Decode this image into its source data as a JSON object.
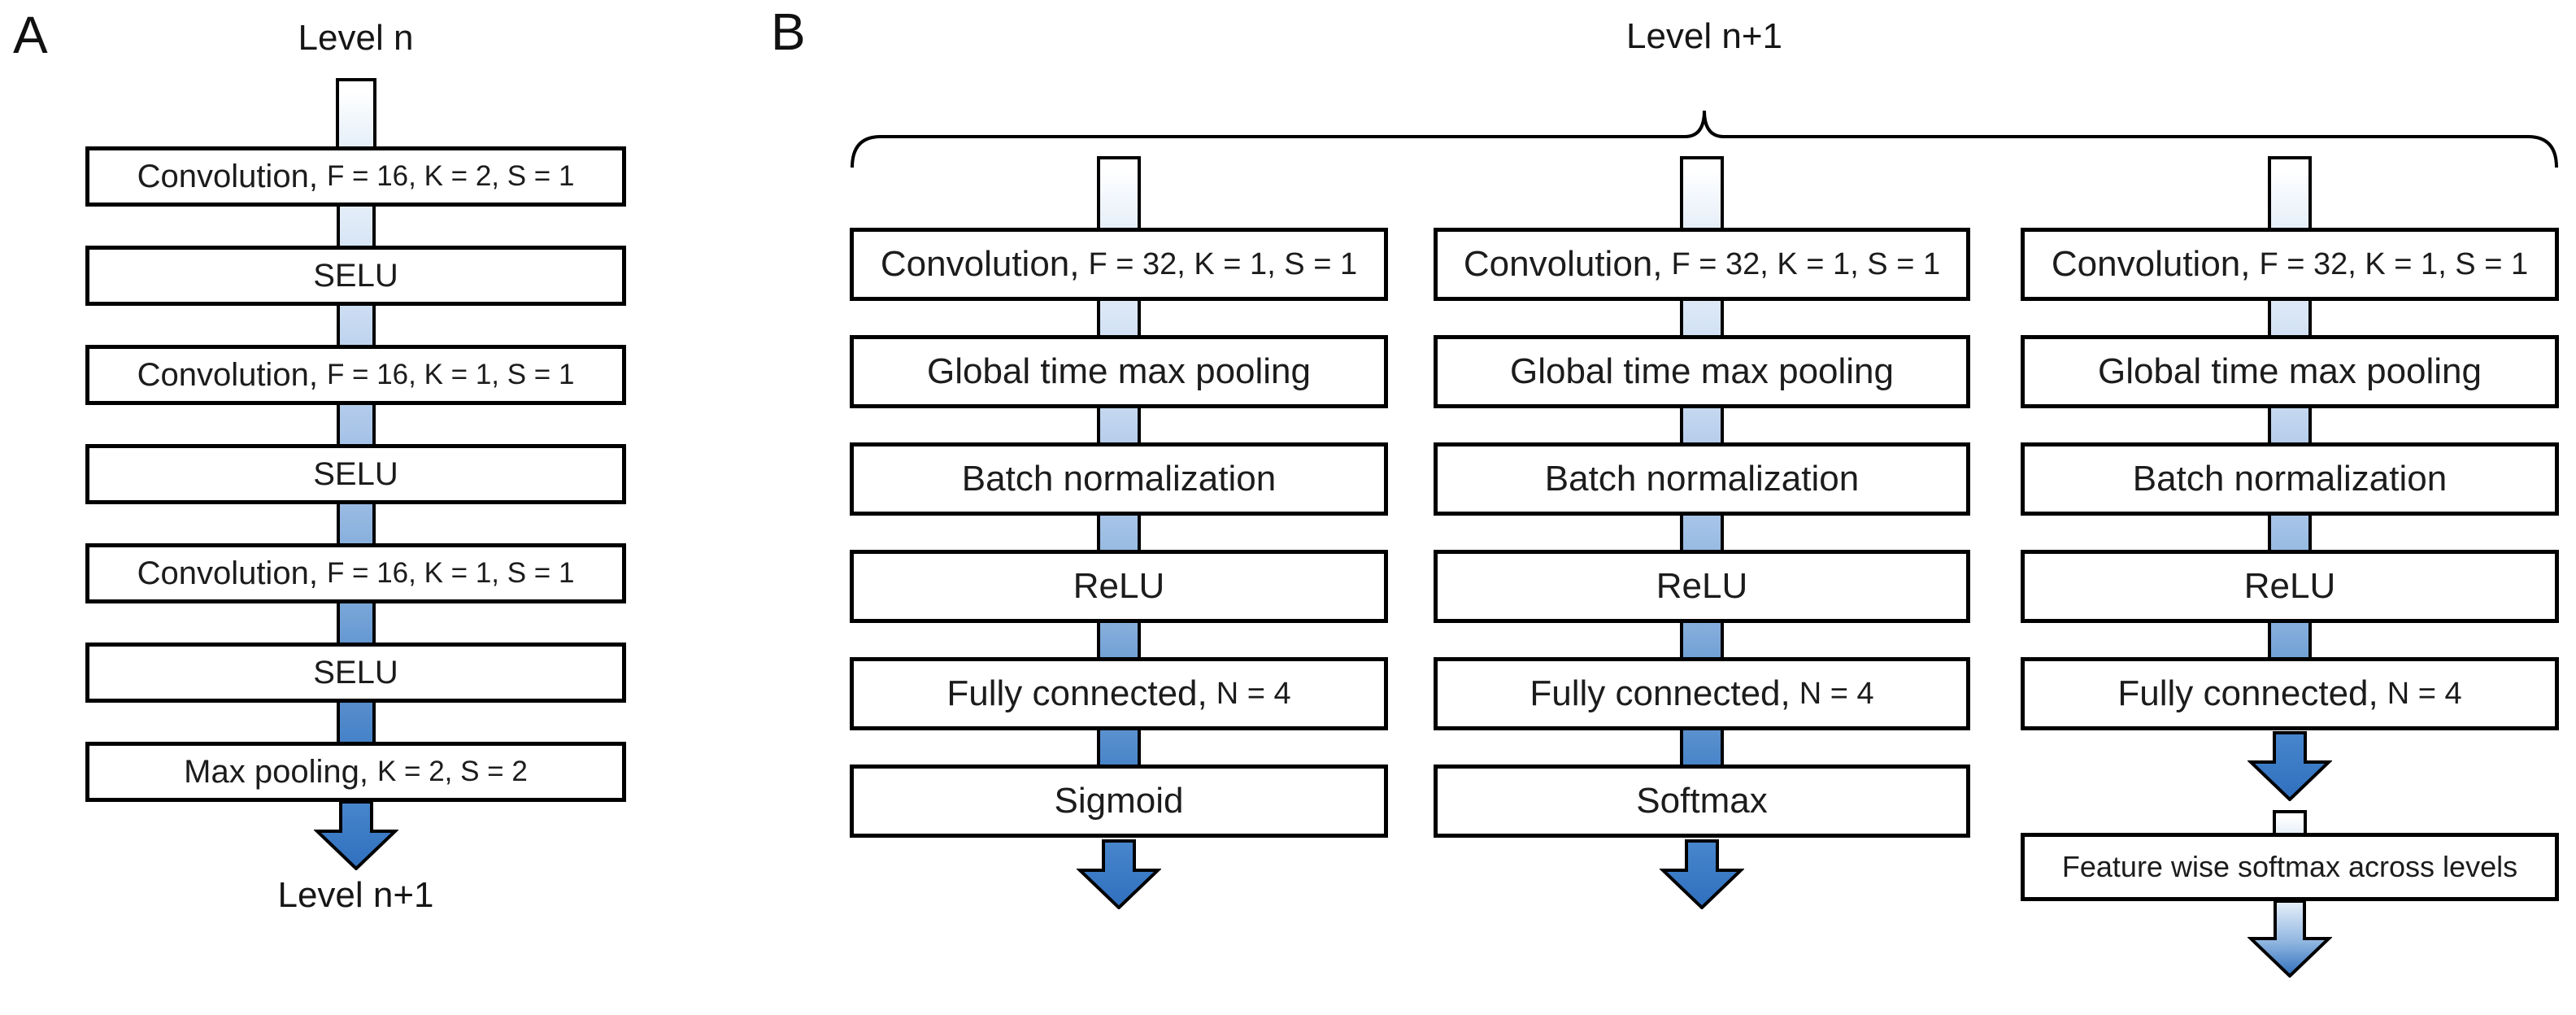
{
  "panel_a": {
    "letter": "A",
    "top_label": "Level n",
    "bottom_label": "Level n+1",
    "boxes": [
      {
        "label": "Convolution,",
        "params": "F = 16, K = 2, S = 1"
      },
      {
        "label": "SELU",
        "params": ""
      },
      {
        "label": "Convolution,",
        "params": "F = 16, K = 1, S = 1"
      },
      {
        "label": "SELU",
        "params": ""
      },
      {
        "label": "Convolution,",
        "params": "F = 16, K = 1, S = 1"
      },
      {
        "label": "SELU",
        "params": ""
      },
      {
        "label": "Max pooling,",
        "params": "K = 2, S = 2"
      }
    ]
  },
  "panel_b": {
    "letter": "B",
    "top_label": "Level n+1",
    "columns": [
      {
        "boxes": [
          {
            "label": "Convolution,",
            "params": "F = 32, K = 1, S = 1"
          },
          {
            "label": "Global time max pooling",
            "params": ""
          },
          {
            "label": "Batch normalization",
            "params": ""
          },
          {
            "label": "ReLU",
            "params": ""
          },
          {
            "label": "Fully connected,",
            "params": "N = 4"
          },
          {
            "label": "Sigmoid",
            "params": ""
          }
        ]
      },
      {
        "boxes": [
          {
            "label": "Convolution,",
            "params": "F = 32, K = 1, S = 1"
          },
          {
            "label": "Global time max pooling",
            "params": ""
          },
          {
            "label": "Batch normalization",
            "params": ""
          },
          {
            "label": "ReLU",
            "params": ""
          },
          {
            "label": "Fully connected,",
            "params": "N = 4"
          },
          {
            "label": "Softmax",
            "params": ""
          }
        ]
      },
      {
        "boxes": [
          {
            "label": "Convolution,",
            "params": "F = 32, K = 1, S = 1"
          },
          {
            "label": "Global time max pooling",
            "params": ""
          },
          {
            "label": "Batch normalization",
            "params": ""
          },
          {
            "label": "ReLU",
            "params": ""
          },
          {
            "label": "Fully connected,",
            "params": "N = 4"
          }
        ],
        "extra_box": {
          "label": "Feature wise softmax across levels"
        }
      }
    ]
  },
  "colors": {
    "background": "#ffffff",
    "box_background": "#ffffff",
    "box_border": "#000000",
    "arrow_fill_top": "#4886cd",
    "arrow_fill_bottom": "#2f6fbd",
    "connector_shades_panel_a": [
      "#dbe8f6",
      "#c3d8f1",
      "#a9c6e9",
      "#8cb3de",
      "#6a9bd4",
      "#4783c8"
    ],
    "connector_shades_panel_b": [
      "#d8e6f5",
      "#bfd5ef",
      "#a0c0e5",
      "#7ca8d9",
      "#5189cb"
    ],
    "gradient_arrow_top": "#e8f1fa",
    "gradient_arrow_bottom": "#2f6fbd"
  }
}
